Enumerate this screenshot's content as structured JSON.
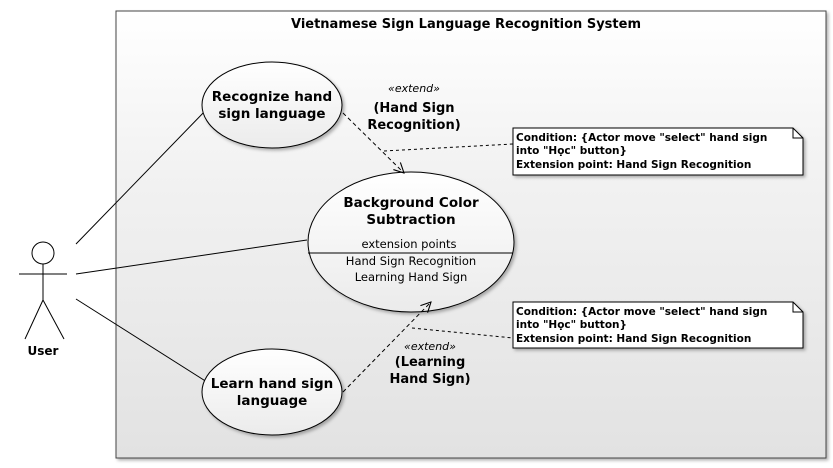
{
  "system": {
    "title": "Vietnamese Sign Language Recognition System"
  },
  "actor": {
    "name": "User"
  },
  "use_cases": {
    "recognize": {
      "line1": "Recognize hand",
      "line2": "sign language"
    },
    "background": {
      "line1": "Background Color",
      "line2": "Subtraction",
      "ep_header": "extension points",
      "ep1": "Hand Sign Recognition",
      "ep2": "Learning Hand Sign"
    },
    "learn": {
      "line1": "Learn hand sign",
      "line2": "language"
    }
  },
  "extends": {
    "top": {
      "stereotype": "«extend»",
      "line1": "(Hand Sign",
      "line2": "Recognition)"
    },
    "bottom": {
      "stereotype": "«extend»",
      "line1": "(Learning",
      "line2": "Hand Sign)"
    }
  },
  "notes": {
    "top": {
      "line1": "Condition: {Actor move \"select\" hand sign",
      "line2": "into \"Học\" button}",
      "line3": "Extension point: Hand Sign Recognition"
    },
    "bottom": {
      "line1": "Condition: {Actor move \"select\" hand sign",
      "line2": "into \"Học\" button}",
      "line3": "Extension point: Hand Sign Recognition"
    }
  },
  "colors": {
    "system_fill_top": "#ffffff",
    "system_fill_bottom": "#e4e4e4",
    "usecase_fill_top": "#ffffff",
    "usecase_fill_bottom": "#ececec",
    "note_fill": "#ffffff",
    "line": "#000000"
  }
}
